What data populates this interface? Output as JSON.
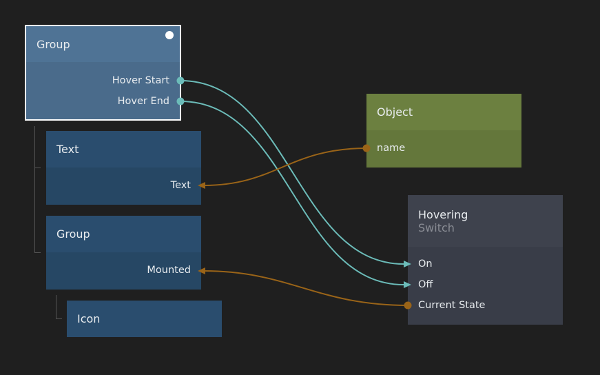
{
  "colors": {
    "background": "#1f1f1f",
    "signal_wire": "#6cbcb9",
    "data_wire": "#9a6418",
    "group_selected": "#4f7395",
    "visual_node": "#2a4d6e",
    "object_node": "#6c8040",
    "logic_node": "#3e424d"
  },
  "nodes": {
    "group_root": {
      "title": "Group",
      "ports": [
        "Hover Start",
        "Hover End"
      ],
      "selected": true
    },
    "text": {
      "title": "Text",
      "ports": [
        "Text"
      ]
    },
    "group_child": {
      "title": "Group",
      "ports": [
        "Mounted"
      ]
    },
    "icon": {
      "title": "Icon"
    },
    "object": {
      "title": "Object",
      "ports": [
        "name"
      ]
    },
    "hovering": {
      "title": "Hovering",
      "subtitle": "Switch",
      "ports": [
        "On",
        "Off",
        "Current State"
      ]
    }
  },
  "connections": [
    {
      "from": "Group.Hover Start",
      "to": "Hovering.On",
      "type": "signal"
    },
    {
      "from": "Group.Hover End",
      "to": "Hovering.Off",
      "type": "signal"
    },
    {
      "from": "Object.name",
      "to": "Text.Text",
      "type": "data"
    },
    {
      "from": "Hovering.Current State",
      "to": "Group.Mounted",
      "type": "data"
    }
  ]
}
